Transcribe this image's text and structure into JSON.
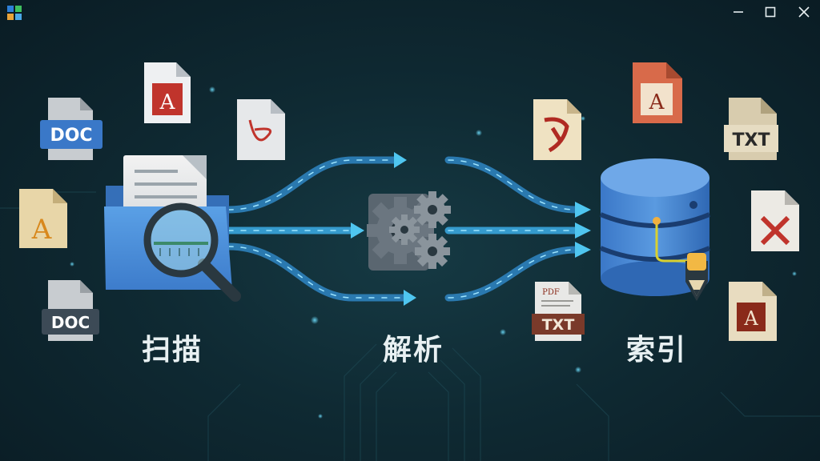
{
  "window": {
    "controls": [
      "minimize",
      "maximize",
      "close"
    ]
  },
  "stages": {
    "scan": "扫描",
    "parse": "解析",
    "index": "索引"
  },
  "files": {
    "doc_label": "DOC",
    "txt_label": "TXT",
    "pdf_stamp": "PDF"
  },
  "colors": {
    "background": "#0f2a33",
    "flow": "#3fb0e8",
    "folder": "#4a8fd8",
    "database": "#3f7fcf",
    "pdf_red": "#c0342c"
  },
  "icons": [
    "app-logo-icon",
    "folder-icon",
    "magnifier-icon",
    "gears-icon",
    "database-icon",
    "pencil-icon",
    "pdf-file-icon",
    "doc-file-icon",
    "txt-file-icon",
    "error-file-icon"
  ]
}
